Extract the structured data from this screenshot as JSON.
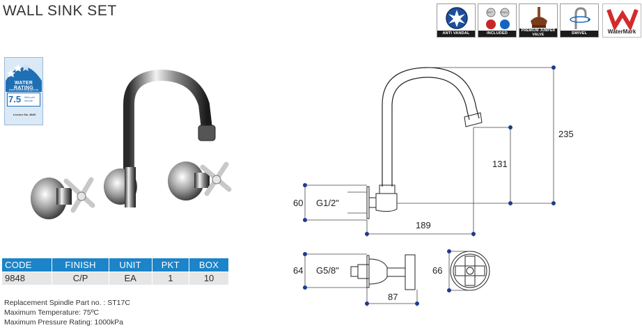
{
  "title": "WALL SINK SET",
  "badges": [
    {
      "icon": "anti-vandal-icon",
      "label": "ANTI VANDAL"
    },
    {
      "icon": "indices-icon",
      "label": "INCLUDED",
      "hot": "HOT",
      "cold": "COLD"
    },
    {
      "icon": "jumper-valve-icon",
      "label": "PREMIUM JUMPER VALVE"
    },
    {
      "icon": "swivel-icon",
      "label": "SWIVEL"
    },
    {
      "icon": "watermark-logo-icon",
      "label": "WaterMark"
    }
  ],
  "water_rating": {
    "name": "WATER RATING",
    "url": "www.waterrating.gov.au",
    "value": "7.5",
    "unit": "litres per minute",
    "licence": "Licence No. 8849"
  },
  "spec_table": {
    "columns": [
      "CODE",
      "FINISH",
      "UNIT",
      "PKT",
      "BOX"
    ],
    "rows": [
      [
        "9848",
        "C/P",
        "EA",
        "1",
        "10"
      ]
    ]
  },
  "notes": [
    "Replacement Spindle Part no. : ST17C",
    "Maximum Temperature: 75ºC",
    "Maximum Pressure Rating: 1000kPa"
  ],
  "dimensions": {
    "height_total": "235",
    "height_outlet": "131",
    "thread_body": "G1/2\"",
    "body_height": "60",
    "reach": "189",
    "thread_tap": "G5/8\"",
    "tap_height": "64",
    "tap_depth": "87",
    "flange_dia": "66"
  },
  "colors": {
    "table_header": "#1c84c8",
    "table_row": "#e6e6e6",
    "dim_dot": "#1f3b8a",
    "line": "#222222"
  }
}
